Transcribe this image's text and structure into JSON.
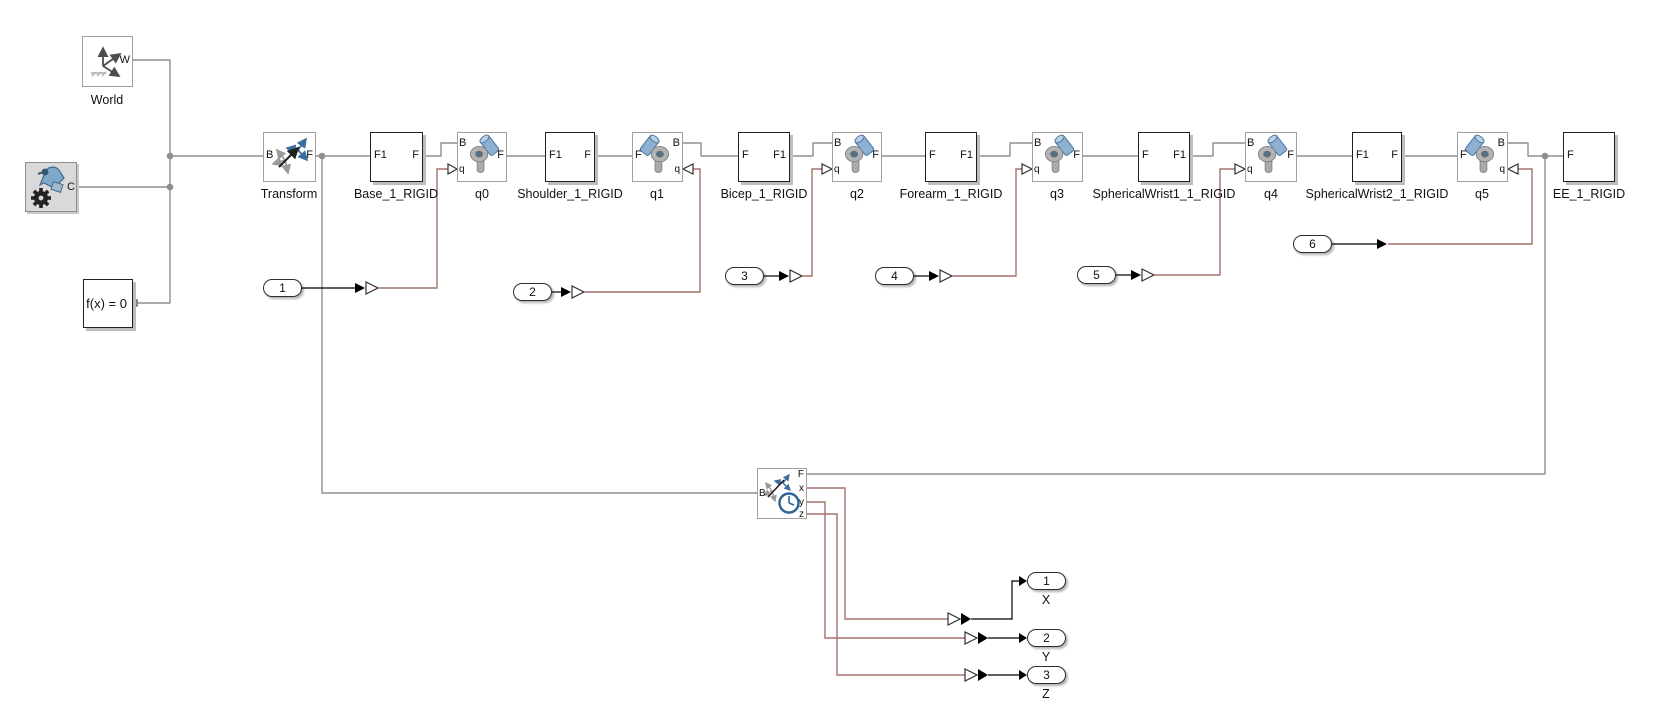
{
  "diagram": {
    "blocks": {
      "world": {
        "label": "World",
        "port_w": "W"
      },
      "mechanism_config": {
        "port_c": "C"
      },
      "solver": {
        "text": "f(x) = 0"
      },
      "transform": {
        "label": "Transform",
        "port_b": "B",
        "port_f": "F"
      },
      "base": {
        "label": "Base_1_RIGID",
        "port_f1": "F1",
        "port_f": "F"
      },
      "q0": {
        "label": "q0",
        "port_b": "B",
        "port_q": "q",
        "port_f": "F"
      },
      "shoulder": {
        "label": "Shoulder_1_RIGID",
        "port_f1": "F1",
        "port_f": "F"
      },
      "q1": {
        "label": "q1",
        "port_b": "B",
        "port_q": "q",
        "port_f": "F"
      },
      "bicep": {
        "label": "Bicep_1_RIGID",
        "port_f": "F",
        "port_f1": "F1"
      },
      "q2": {
        "label": "q2",
        "port_b": "B",
        "port_q": "q",
        "port_f": "F"
      },
      "forearm": {
        "label": "Forearm_1_RIGID",
        "port_f": "F",
        "port_f1": "F1"
      },
      "q3": {
        "label": "q3",
        "port_b": "B",
        "port_q": "q",
        "port_f": "F"
      },
      "spherical_wrist1": {
        "label": "SphericalWrist1_1_RIGID",
        "port_f": "F",
        "port_f1": "F1"
      },
      "q4": {
        "label": "q4",
        "port_b": "B",
        "port_q": "q",
        "port_f": "F"
      },
      "spherical_wrist2": {
        "label": "SphericalWrist2_1_RIGID",
        "port_f1": "F1",
        "port_f": "F"
      },
      "q5": {
        "label": "q5",
        "port_b": "B",
        "port_q": "q",
        "port_f": "F"
      },
      "ee": {
        "label": "EE_1_RIGID",
        "port_f": "F"
      },
      "transform_sensor": {
        "port_b": "B",
        "port_f": "F",
        "port_x": "x",
        "port_y": "y",
        "port_z": "z"
      }
    },
    "inports": [
      {
        "id": "1"
      },
      {
        "id": "2"
      },
      {
        "id": "3"
      },
      {
        "id": "4"
      },
      {
        "id": "5"
      },
      {
        "id": "6"
      }
    ],
    "outports": [
      {
        "id": "1",
        "label": "X"
      },
      {
        "id": "2",
        "label": "Y"
      },
      {
        "id": "3",
        "label": "Z"
      }
    ],
    "colors": {
      "frame_wire": "#8f8f8f",
      "signal_wire": "#000000",
      "physical_signal_wire": "#a5706c",
      "joint_blue": "#8db1d3",
      "icon_blue": "#3c6e9d",
      "subsystem_border": "#1f1f1f"
    }
  }
}
